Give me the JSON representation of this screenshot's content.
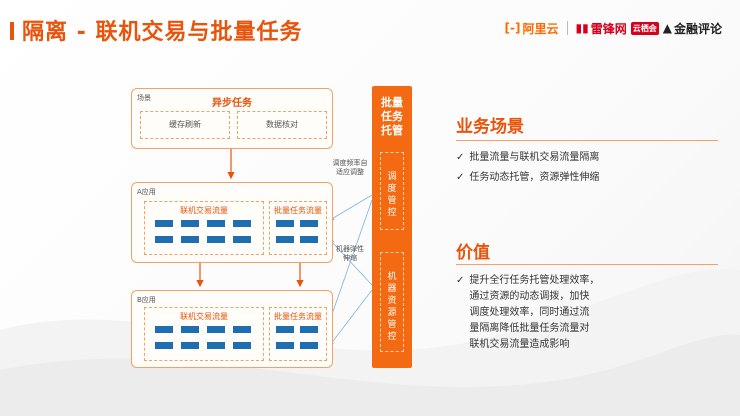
{
  "title": "隔离  -  联机交易与批量任务",
  "logos": {
    "aliyun": "阿里云",
    "leifeng": "雷锋网",
    "leifeng_badge": "云栖会",
    "jinrong": "金融评论"
  },
  "diagram": {
    "scene": {
      "label": "场景",
      "title": "异步任务",
      "items": [
        "缓存刷新",
        "数据核对"
      ]
    },
    "app_a": {
      "label": "A应用",
      "online": "联机交易流量",
      "batch": "批量任务流量"
    },
    "app_b": {
      "label": "B应用",
      "online": "联机交易流量",
      "batch": "批量任务流量"
    },
    "notes": {
      "schedule": "调度频率自\n适应调整",
      "elastic": "机器弹性\n伸缩"
    },
    "column": {
      "title": "批量\n任务\n托管",
      "schedule": "调\n度\n管\n控",
      "machine": "机\n器\n资\n源\n管\n控"
    }
  },
  "business": {
    "title": "业务场景",
    "bullets": [
      "批量流量与联机交易流量隔离",
      "任务动态托管，资源弹性伸缩"
    ]
  },
  "value": {
    "title": "价值",
    "bullets": [
      "提升全行任务托管处理效率，\n通过资源的动态调拨，加快\n调度处理效率，同时通过流\n量隔离降低批量任务流量对\n联机交易流量造成影响"
    ]
  },
  "colors": {
    "accent": "#e8540b",
    "block": "#1f6fb0",
    "column": "#f46a12"
  }
}
